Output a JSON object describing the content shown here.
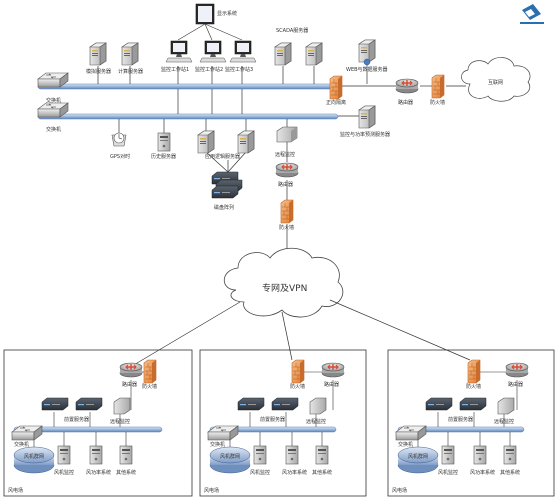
{
  "header": {
    "logo_text": ""
  },
  "central": {
    "switch_a": "交换机",
    "switch_b": "交换机",
    "sim_server": "模拟服务器",
    "calc_server": "计算服务器",
    "display_system": "显示系统",
    "workstation_1": "监控工作站1",
    "workstation_2": "监控工作站2",
    "workstation_3": "监控工作站3",
    "scada_server": "SCADA服务器",
    "web_server": "WEB与数据服务器",
    "isolation": "正向隔离",
    "router": "路由器",
    "firewall": "防火墙",
    "internet": "互联网",
    "gps_clock": "GPS对时",
    "history_server": "历史服务器",
    "app_server": "应用逻辑服务器",
    "storage_array": "磁盘阵列",
    "remote_monitor": "远程监控",
    "monitor_pred_server": "监控与功率预测服务器",
    "main_router": "路由器",
    "main_firewall": "防火墙"
  },
  "vpn": {
    "label": "专网及VPN"
  },
  "farms": [
    {
      "router": "路由器",
      "firewall": "防火墙",
      "front_server": "前置服务器",
      "remote": "远程监控",
      "switch": "交换机",
      "turbine": "风机群网",
      "pc1": "风机监控",
      "pc2": "风功率系统",
      "pc3": "其他系统",
      "plant": "风电场"
    },
    {
      "router": "路由器",
      "firewall": "防火墙",
      "front_server": "前置服务器",
      "remote": "远程监控",
      "switch": "交换机",
      "turbine": "风机群网",
      "pc1": "风机监控",
      "pc2": "风功率系统",
      "pc3": "其他系统",
      "plant": "风电场"
    },
    {
      "router": "路由器",
      "firewall": "防火墙",
      "front_server": "前置服务器",
      "remote": "远程监控",
      "switch": "交换机",
      "turbine": "风机群网",
      "pc1": "风机监控",
      "pc2": "风功率系统",
      "pc3": "其他系统",
      "plant": "风电场"
    }
  ],
  "colors": {
    "bus_fill": "#a9c3e3",
    "bus_stroke": "#5b7fae",
    "firewall": "#f0a25a",
    "firewall_stroke": "#c0632a",
    "router_red": "#d9472f",
    "server_gray": "#c8c8c8",
    "line": "#333333"
  }
}
